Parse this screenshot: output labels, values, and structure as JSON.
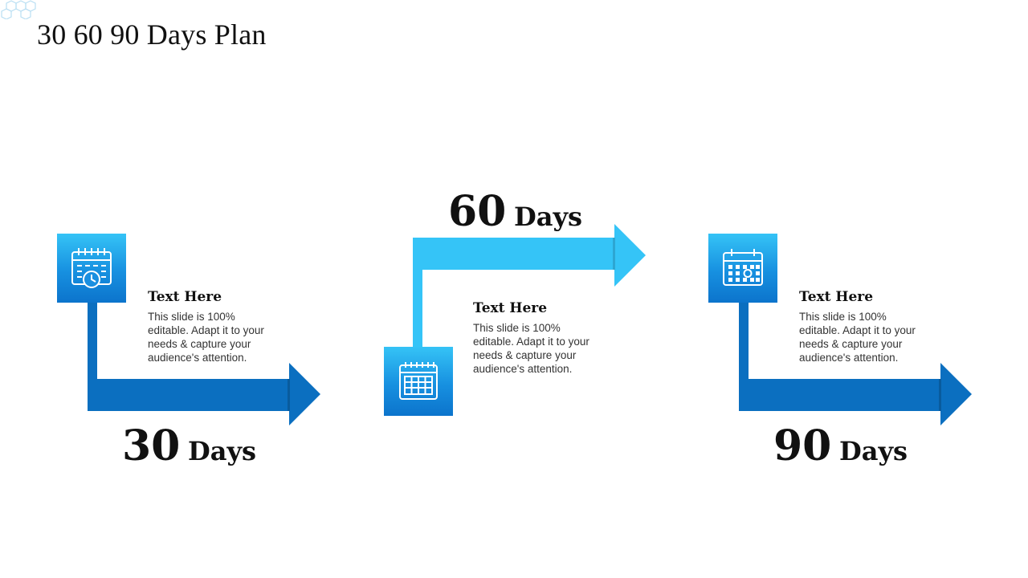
{
  "slide": {
    "title": "30 60 90 Days Plan"
  },
  "colors": {
    "dark_blue": "#0b6fc0",
    "light_blue": "#35c4f7"
  },
  "stages": [
    {
      "number": "30",
      "unit": "Days",
      "heading": "Text Here",
      "body": "This slide is 100% editable. Adapt it to your needs & capture your audience's attention.",
      "icon": "calendar-clock-icon"
    },
    {
      "number": "60",
      "unit": "Days",
      "heading": "Text Here",
      "body": "This slide is 100% editable. Adapt it to your needs & capture your audience's attention.",
      "icon": "calendar-grid-icon"
    },
    {
      "number": "90",
      "unit": "Days",
      "heading": "Text Here",
      "body": "This slide is 100% editable. Adapt it to your needs & capture your audience's attention.",
      "icon": "calendar-icon"
    }
  ]
}
